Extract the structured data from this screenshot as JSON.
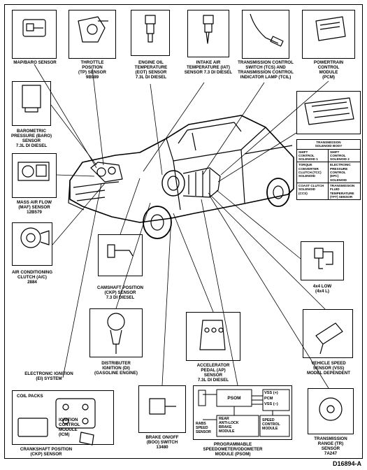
{
  "figure_id": "D16894-A",
  "labels": {
    "map_baro": "MAP/BARO SENSOR",
    "tp": "THROTTLE\nPOSITION\n(TP) SENSOR\n9B989",
    "eot": "ENGINE OIL\nTEMPERATURE\n(EOT) SENSOR\n7.3L DI DIESEL",
    "iat": "INTAKE AIR\nTEMPERATURE (IAT)\nSENSOR 7.3 DI DIESEL",
    "tcs": "TRANSMISSION CONTROL\nSWITCH (TCS) AND\nTRANSMISSION CONTROL\nINDICATOR LAMP (TCIL)",
    "pcm": "POWERTRAIN\nCONTROL\nMODULE\n(PCM)",
    "baro": "BAROMETRIC\nPRESSURE (BARO)\nSENSOR\n7.3L DI DIESEL",
    "maf": "MASS AIR FLOW\n(MAF) SENSOR\n12B579",
    "ac": "AIR CONDITIONING\nCLUTCH (A/C)\n2884",
    "ckp_cam": "CAMSHAFT POSITION\n(CKP) SENSOR\n7.3 DI DIESEL",
    "x4_low": "4x4 LOW\n(4x4 L)",
    "ei": "ELECTRONIC IGNITION\n(EI) SYSTEM",
    "di": "DISTRIBUTER\nIGNITION (DI)\n(GASOLINE ENGINE)",
    "ap": "ACCELERATOR\nPEDAL (AP)\nSENSOR\n7.3L DI DIESEL",
    "vss": "VEHICLE SPEED\nSENSOR (VSS)\nMODEL DEPENDENT",
    "coil_packs": "COIL PACKS",
    "icm": "IGNITION\nCONTROL\nMODULE\n(ICM)",
    "ckp_crank": "CRANKSHAFT POSITION\n(CKP) SENSOR",
    "boo": "BRAKE ON/OFF\n(BOO) SWITCH\n13480",
    "psom": "PROGRAMMABLE\nSPEEDOMETER/ODOMETER\nMODULE (PSOM)",
    "tr": "TRANSMISSION\nRANGE (TR)\nSENSOR\n7A247"
  },
  "psom_diagram": {
    "psom": "PSOM",
    "vss_plus": "VSS (+)",
    "pcm": "PCM",
    "vss_minus": "VSS (−)",
    "rabs": "RABS\nSPEED\nSENSOR",
    "rear_abs": "REAR\nANTI-LOCK\nBRAKE\nMODULE",
    "speed_control": "SPEED\nCONTROL\nMODULE"
  },
  "solenoid_table": {
    "title": "TRANSMISSION\nSOLENOID BODY",
    "rows": [
      [
        "SHIFT\nCONTROL\nSOLENOID 1",
        "SHIFT\nCONTROL\nSOLENOID 2"
      ],
      [
        "TORQUE\nCONVERTER\nCLUTCH (TCC)\nSOLENOID",
        "ELECTRONIC\nPRESSURE\nCONTROL\n(EPC)\nSOLENOID"
      ],
      [
        "COAST CLUTCH\nSOLENOID\n(CCS)",
        "TRANSMISSION\nFLUID\nTEMPERATURE\n(TFT) SENSOR"
      ]
    ]
  }
}
